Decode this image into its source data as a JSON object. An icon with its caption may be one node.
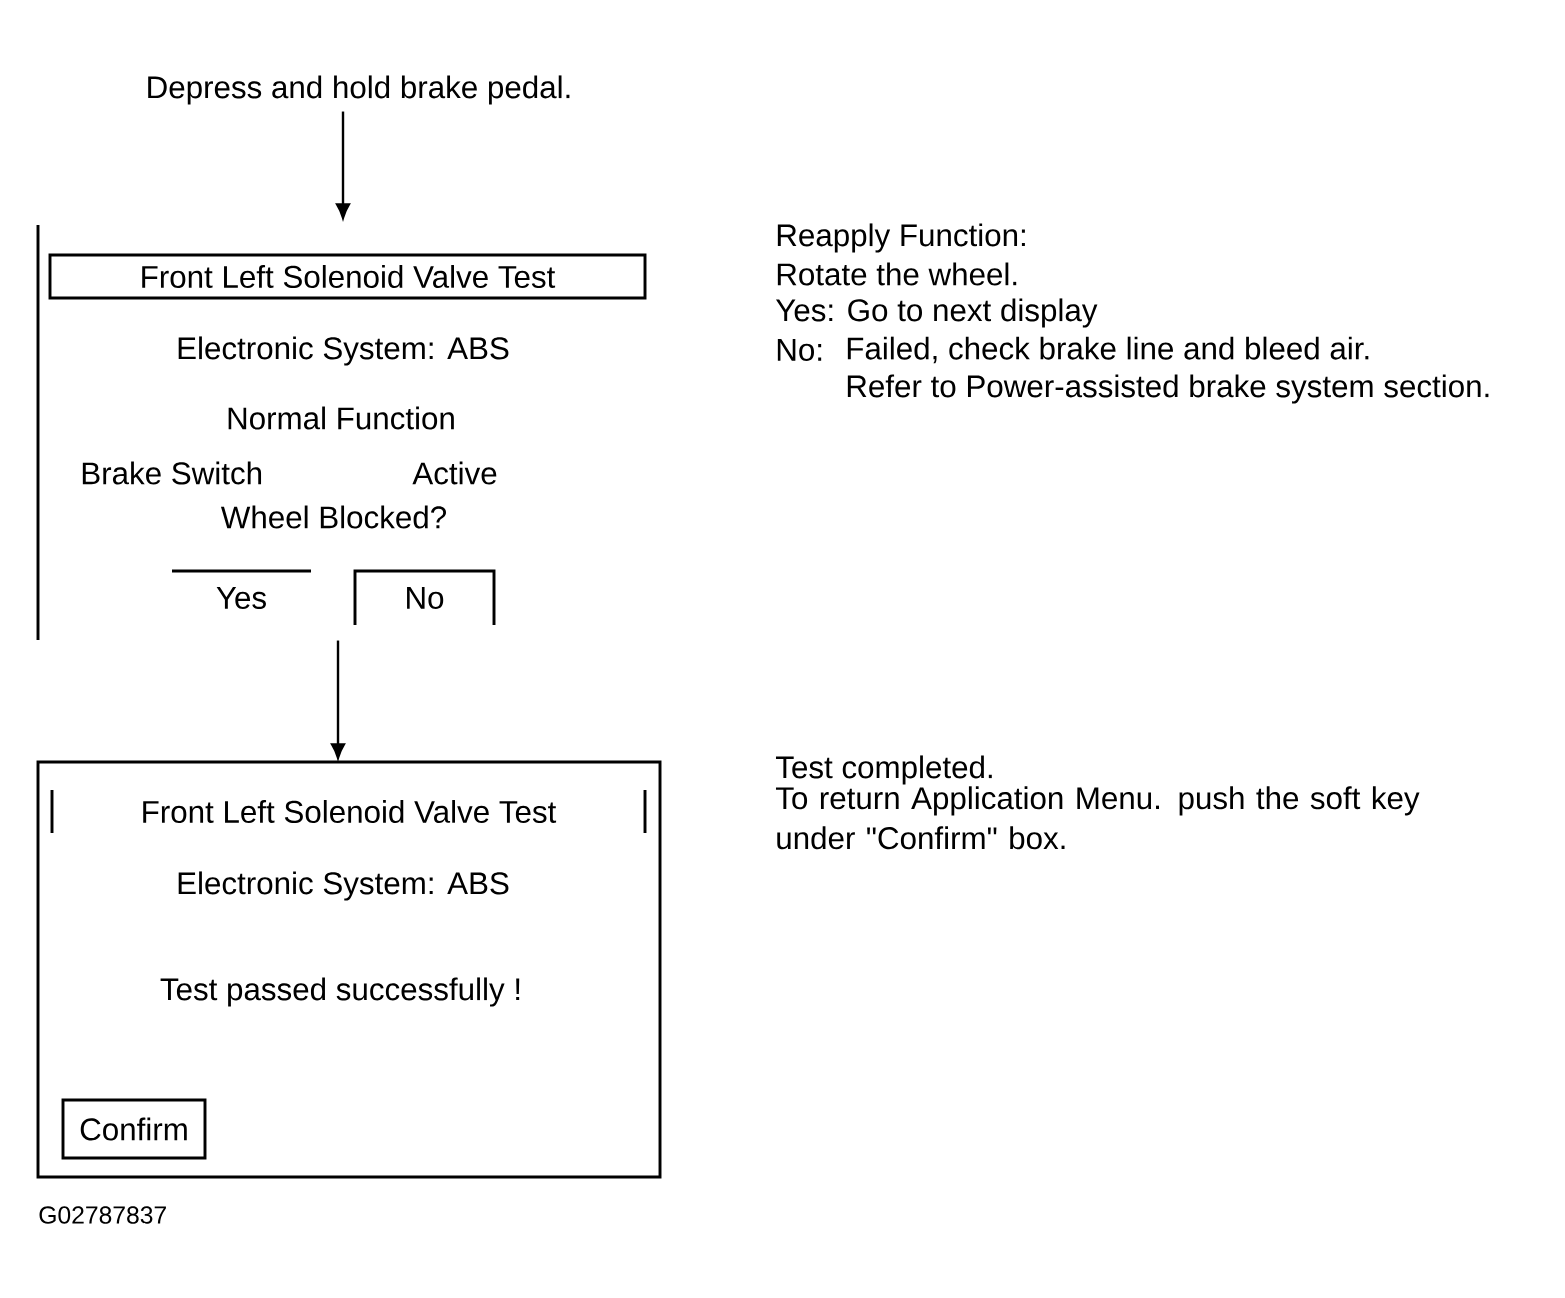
{
  "diagram": {
    "nodes": [
      {
        "text": [
          "Depress and hold brake pedal."
        ]
      },
      {
        "text": [
          "Electronic System: ABS",
          "Normal Function",
          "Brake Switch",
          "Active",
          "Wheel Blocked?"
        ],
        "beside": [
          "Reapply Function:",
          "Rotate the wheel.",
          "Yes: Go to next display",
          "No:",
          "Failed, check brake line and bleed air.",
          "Refer to Power-assisted brake system section."
        ]
      },
      {
        "text": [
          "Front Left Solenoid Valve Test"
        ],
        "in": 1
      },
      {
        "text": [
          "Yes"
        ],
        "in": 1
      },
      {
        "text": [
          "No"
        ],
        "in": 1
      },
      {
        "text": [
          "Electronic System: ABS",
          "Test passed successfully !"
        ],
        "beside": [
          "Test completed.",
          "To return Application Menu. push the soft key under \"Confirm\" box."
        ]
      },
      {
        "text": [
          "Front Left Solenoid Valve Test"
        ],
        "in": 5
      },
      {
        "text": [
          "Confirm"
        ],
        "in": 5
      }
    ],
    "edges": [
      {
        "from": 0,
        "to": 1,
        "arrow": "to"
      },
      {
        "from": 1,
        "to": 5,
        "arrow": "to"
      }
    ],
    "labels": [
      "G02787837"
    ]
  }
}
